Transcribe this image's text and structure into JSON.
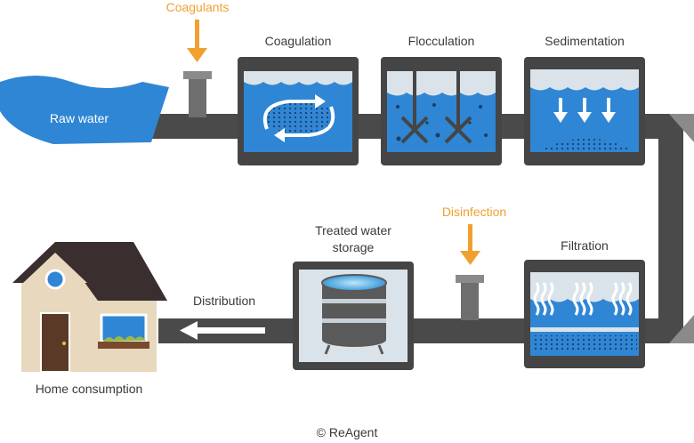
{
  "labels": {
    "raw_water": "Raw water",
    "coagulants": "Coagulants",
    "coagulation": "Coagulation",
    "flocculation": "Flocculation",
    "sedimentation": "Sedimentation",
    "filtration": "Filtration",
    "disinfection": "Disinfection",
    "treated_line1": "Treated water",
    "treated_line2": "storage",
    "distribution": "Distribution",
    "home": "Home consumption",
    "copyright": "© ReAgent"
  },
  "colors": {
    "pipe": "#4a4a4a",
    "water": "#2f86d4",
    "additive_arrow": "#f0a030",
    "tank_frame": "#454545",
    "house_wall": "#e8d8bd",
    "roof": "#3a2e2e"
  },
  "icons": [
    "coagulant-arrow-icon",
    "disinfectant-arrow-icon",
    "circulation-arrows-icon",
    "mixer-paddle-icon",
    "settling-arrows-icon",
    "storage-tank-icon",
    "distribution-arrow-icon",
    "house-icon"
  ]
}
